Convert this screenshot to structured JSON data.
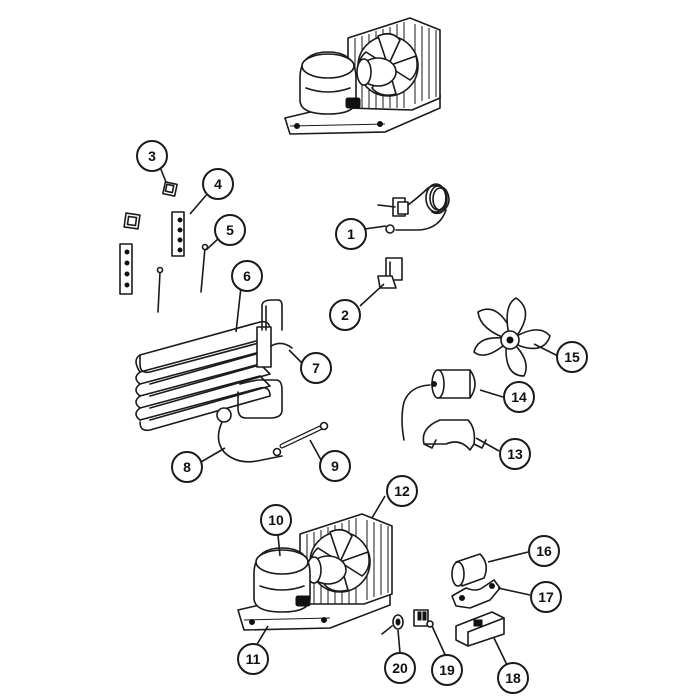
{
  "diagram": {
    "type": "exploded-parts-view",
    "callouts": [
      "1",
      "2",
      "3",
      "4",
      "5",
      "6",
      "7",
      "8",
      "9",
      "10",
      "11",
      "12",
      "13",
      "14",
      "15",
      "16",
      "17",
      "18",
      "19",
      "20"
    ],
    "colors": {
      "line": "#1a1a1a",
      "fill": "#ffffff",
      "shade": "#e4e4e4"
    }
  }
}
